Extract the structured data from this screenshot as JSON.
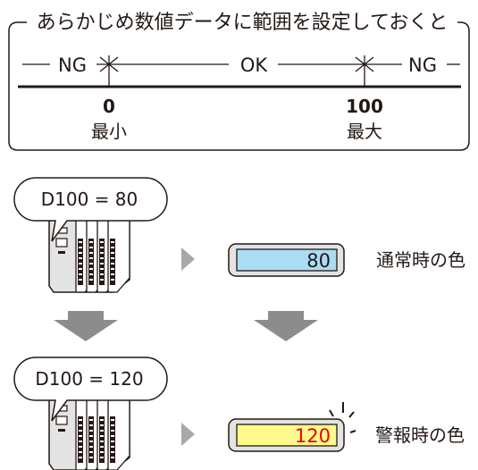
{
  "range_panel": {
    "title": "あらかじめ数値データに範囲を設定しておくと",
    "label_left": "NG",
    "label_middle": "OK",
    "label_right": "NG",
    "min_value": "0",
    "min_caption": "最小",
    "max_value": "100",
    "max_caption": "最大"
  },
  "normal_case": {
    "bubble_text": "D100 = 80",
    "display_value": "80",
    "caption": "通常時の色",
    "fill_color": "#a9dcf5"
  },
  "alarm_case": {
    "bubble_text": "D100 = 120",
    "display_value": "120",
    "caption": "警報時の色",
    "fill_color": "#fff88a",
    "value_color": "#e60012"
  },
  "colors": {
    "line": "#231815",
    "arrow": "#8c8c8c"
  }
}
